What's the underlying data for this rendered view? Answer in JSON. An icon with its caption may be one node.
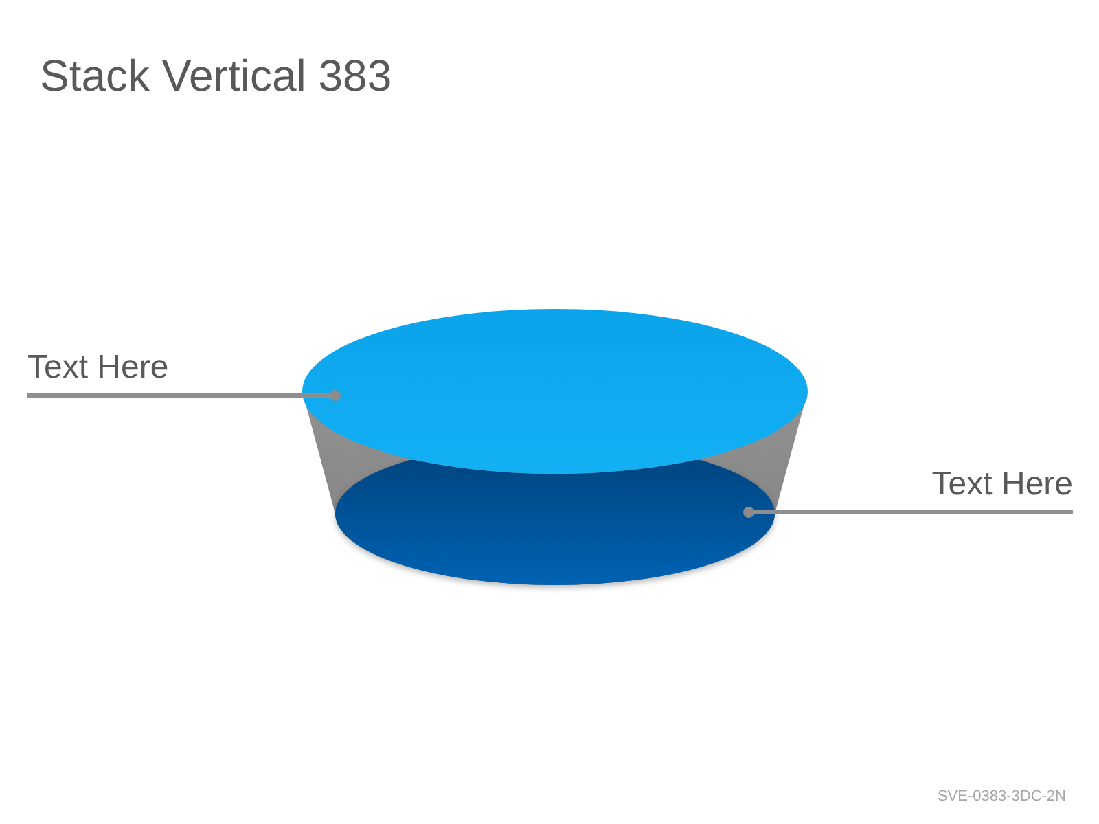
{
  "diagram": {
    "title": "Stack Vertical 383",
    "nodes": [
      {
        "text": [
          "Text Here"
        ]
      },
      {
        "text": [],
        "shape": "ellipse"
      },
      {
        "text": [
          "Text Here"
        ]
      },
      {
        "text": [],
        "shape": "ellipse"
      }
    ],
    "edges": [
      {
        "from": 0,
        "to": 1,
        "arrow": "other"
      },
      {
        "from": 2,
        "to": 3,
        "arrow": "other"
      }
    ],
    "labels": [
      "SVE-0383-3DC-2N"
    ]
  }
}
